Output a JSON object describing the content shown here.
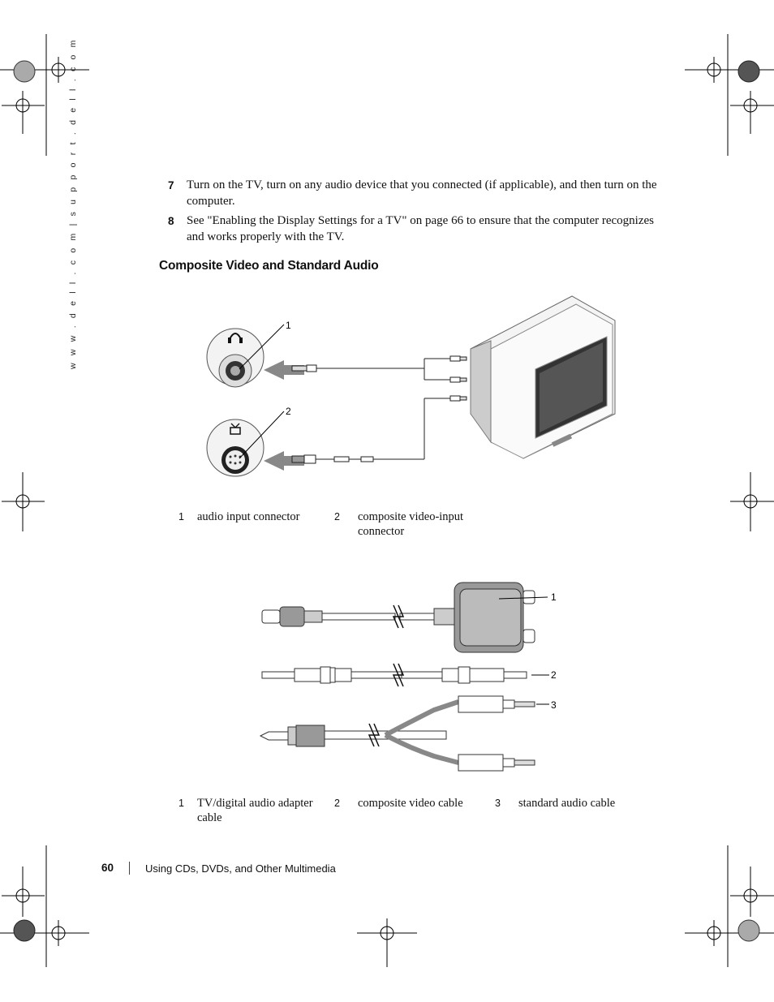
{
  "sidebar": {
    "url_text": "w w w . d e l l . c o m   |   s u p p o r t . d e l l . c o m"
  },
  "steps": [
    {
      "number": "7",
      "text": "Turn on the TV, turn on any audio device that you connected (if applicable), and then turn on the computer."
    },
    {
      "number": "8",
      "text": "See \"Enabling the Display Settings for a TV\" on page 66 to ensure that the computer recognizes and works properly with the TV."
    }
  ],
  "section_heading": "Composite Video and Standard Audio",
  "figure1": {
    "callouts": [
      "1",
      "2"
    ],
    "captions": [
      {
        "number": "1",
        "text": "audio input connector"
      },
      {
        "number": "2",
        "text": "composite video-input connector"
      }
    ]
  },
  "figure2": {
    "callouts": [
      "1",
      "2",
      "3"
    ],
    "captions": [
      {
        "number": "1",
        "text": "TV/digital audio adapter cable"
      },
      {
        "number": "2",
        "text": "composite video cable"
      },
      {
        "number": "3",
        "text": "standard audio cable"
      }
    ]
  },
  "footer": {
    "page_number": "60",
    "chapter_title": "Using CDs, DVDs, and Other Multimedia"
  }
}
